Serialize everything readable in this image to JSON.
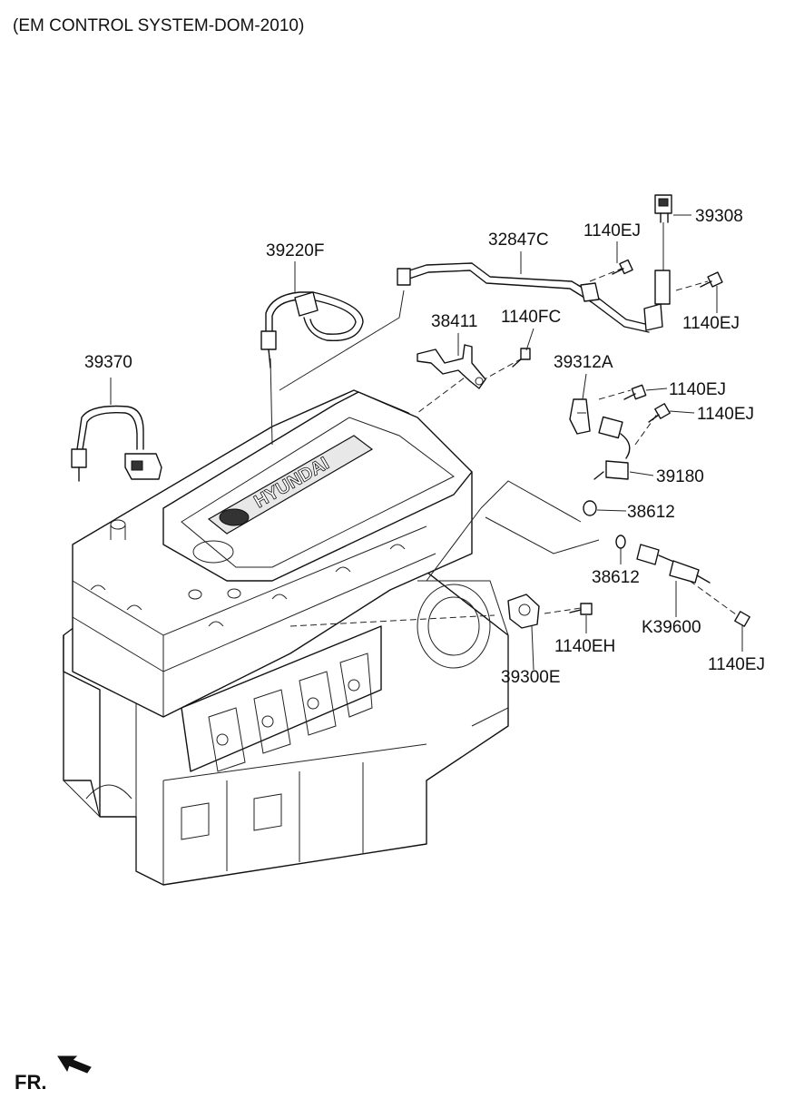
{
  "title": "(EM CONTROL SYSTEM-DOM-2010)",
  "footer": {
    "direction_label": "FR."
  },
  "engine": {
    "logo_text": "HYUNDAI"
  },
  "parts": [
    {
      "id": "39220F",
      "label": "39220F"
    },
    {
      "id": "32847C",
      "label": "32847C"
    },
    {
      "id": "1140EJ_a",
      "label": "1140EJ"
    },
    {
      "id": "39308",
      "label": "39308"
    },
    {
      "id": "1140EJ_b",
      "label": "1140EJ"
    },
    {
      "id": "38411",
      "label": "38411"
    },
    {
      "id": "1140FC",
      "label": "1140FC"
    },
    {
      "id": "39370",
      "label": "39370"
    },
    {
      "id": "39312A",
      "label": "39312A"
    },
    {
      "id": "1140EJ_c",
      "label": "1140EJ"
    },
    {
      "id": "1140EJ_d",
      "label": "1140EJ"
    },
    {
      "id": "39180",
      "label": "39180"
    },
    {
      "id": "38612_a",
      "label": "38612"
    },
    {
      "id": "38612_b",
      "label": "38612"
    },
    {
      "id": "1140EH",
      "label": "1140EH"
    },
    {
      "id": "K39600",
      "label": "K39600"
    },
    {
      "id": "39300E",
      "label": "39300E"
    },
    {
      "id": "1140EJ_e",
      "label": "1140EJ"
    }
  ]
}
